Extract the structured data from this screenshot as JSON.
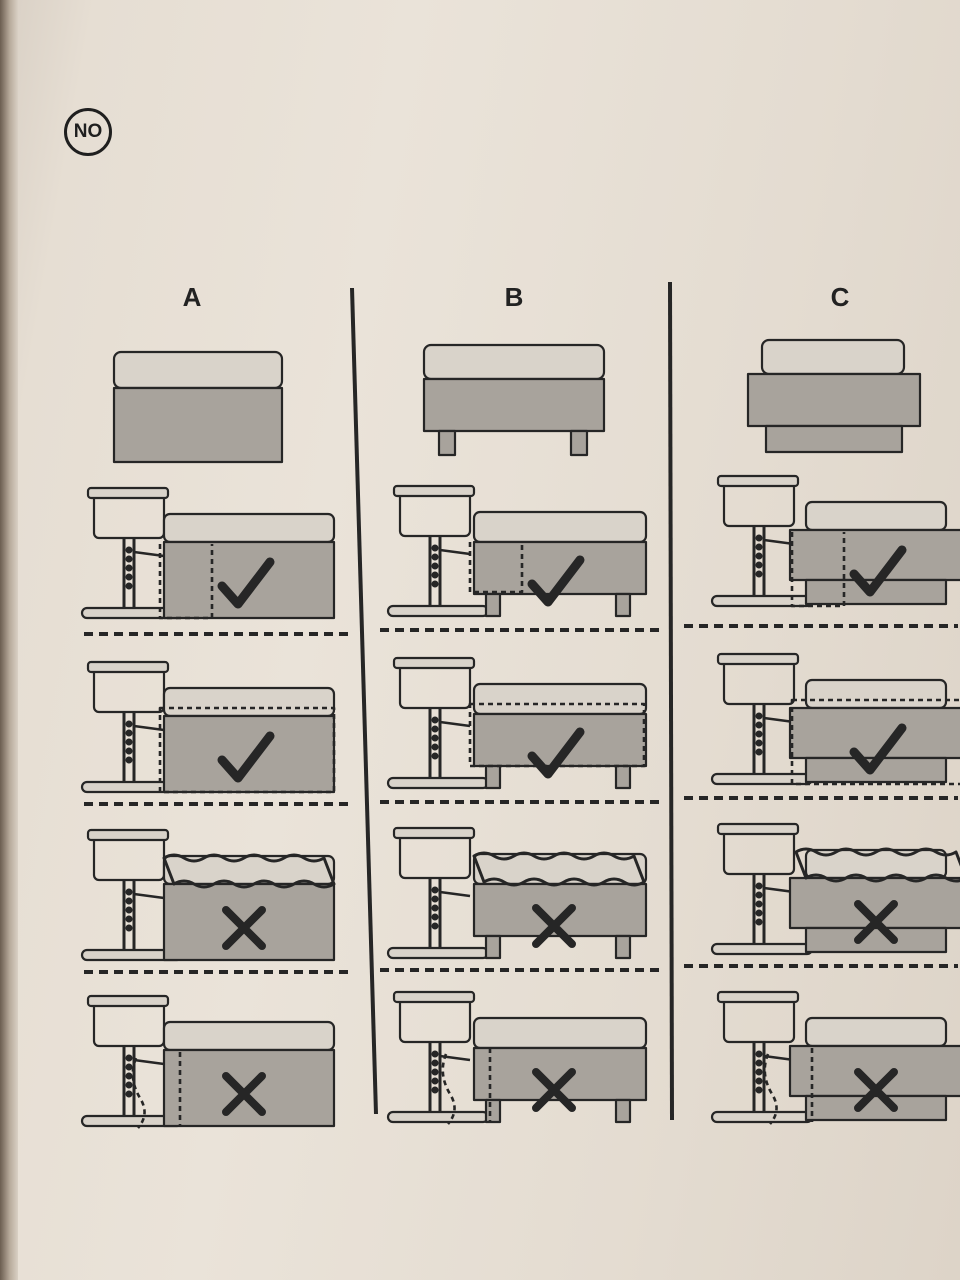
{
  "badge": {
    "text": "NO"
  },
  "columns": [
    {
      "label": "A",
      "base_type": "divan-base"
    },
    {
      "label": "B",
      "base_type": "bed-with-legs"
    },
    {
      "label": "C",
      "base_type": "bed-with-drawer-base"
    }
  ],
  "rows": [
    {
      "attachment": "under-base",
      "result": "correct"
    },
    {
      "attachment": "around-whole-bed",
      "result": "correct"
    },
    {
      "attachment": "around-mattress-only",
      "result": "incorrect"
    },
    {
      "attachment": "loose-strap",
      "result": "incorrect"
    }
  ],
  "icons": {
    "correct": "check-mark-icon",
    "incorrect": "cross-mark-icon"
  },
  "colors": {
    "ink": "#262626",
    "fill": "#a8a39c",
    "light_fill": "#d9d3ca"
  }
}
